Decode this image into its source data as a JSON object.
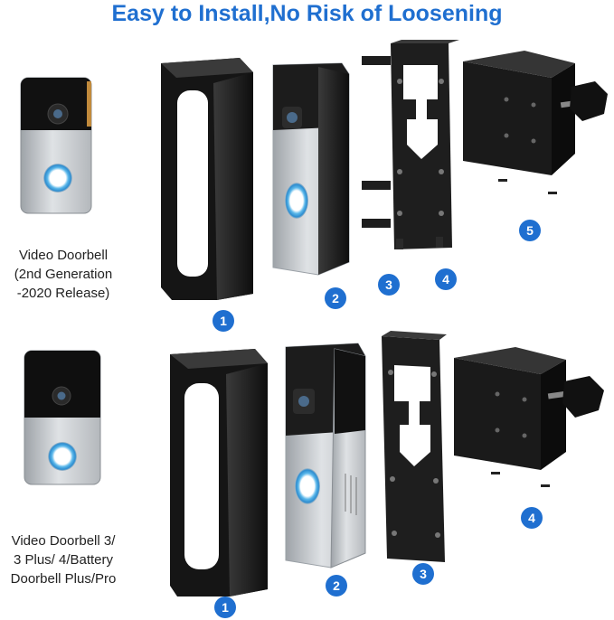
{
  "title": "Easy to Install,No Risk of Loosening",
  "rows": [
    {
      "doorbell_label": [
        "Video Doorbell",
        "(2nd Generation",
        "-2020 Release)"
      ],
      "badges": [
        "1",
        "2",
        "3",
        "4",
        "5"
      ]
    },
    {
      "doorbell_label": [
        "Video Doorbell 3/",
        "3 Plus/ 4/Battery",
        "Doorbell Plus/Pro"
      ],
      "badges": [
        "1",
        "2",
        "3",
        "4"
      ]
    }
  ],
  "colors": {
    "accent": "#1f6fd0",
    "bracket": "#1a1a1a",
    "satin_nickel": "#c9ccd0",
    "ring_light": "#5ab7ea"
  }
}
